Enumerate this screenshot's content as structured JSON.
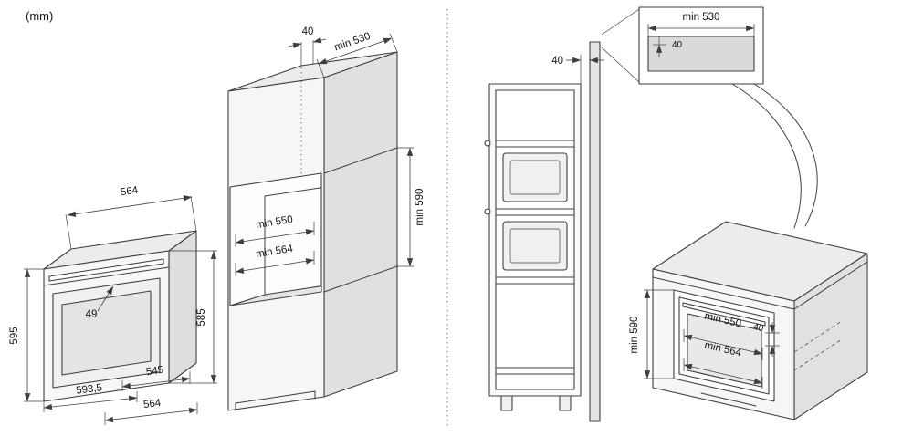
{
  "units_label": "(mm)",
  "colors": {
    "line": "#3f3f3f",
    "face_light": "#f6f6f6",
    "face_mid": "#ececec",
    "face_dark": "#e1e1e1",
    "slab": "#dadada"
  },
  "oven": {
    "top_width": "564",
    "left_height": "595",
    "handle_clearance": "49",
    "right_height": "585",
    "inner_width": "545",
    "depth_with_door": "593,5",
    "bottom_width": "564"
  },
  "tall_cabinet": {
    "top_rear_gap": "40",
    "top_depth": "min 530",
    "niche_depth": "min 550",
    "niche_width": "min 564",
    "niche_height": "min 590"
  },
  "side_view": {
    "rear_gap": "40"
  },
  "detail_inset": {
    "top_depth": "min 530",
    "rear_gap": "40"
  },
  "base_cabinet": {
    "niche_height": "min 590",
    "niche_depth": "min 550",
    "rear_gap": "40",
    "niche_width": "min 564"
  }
}
